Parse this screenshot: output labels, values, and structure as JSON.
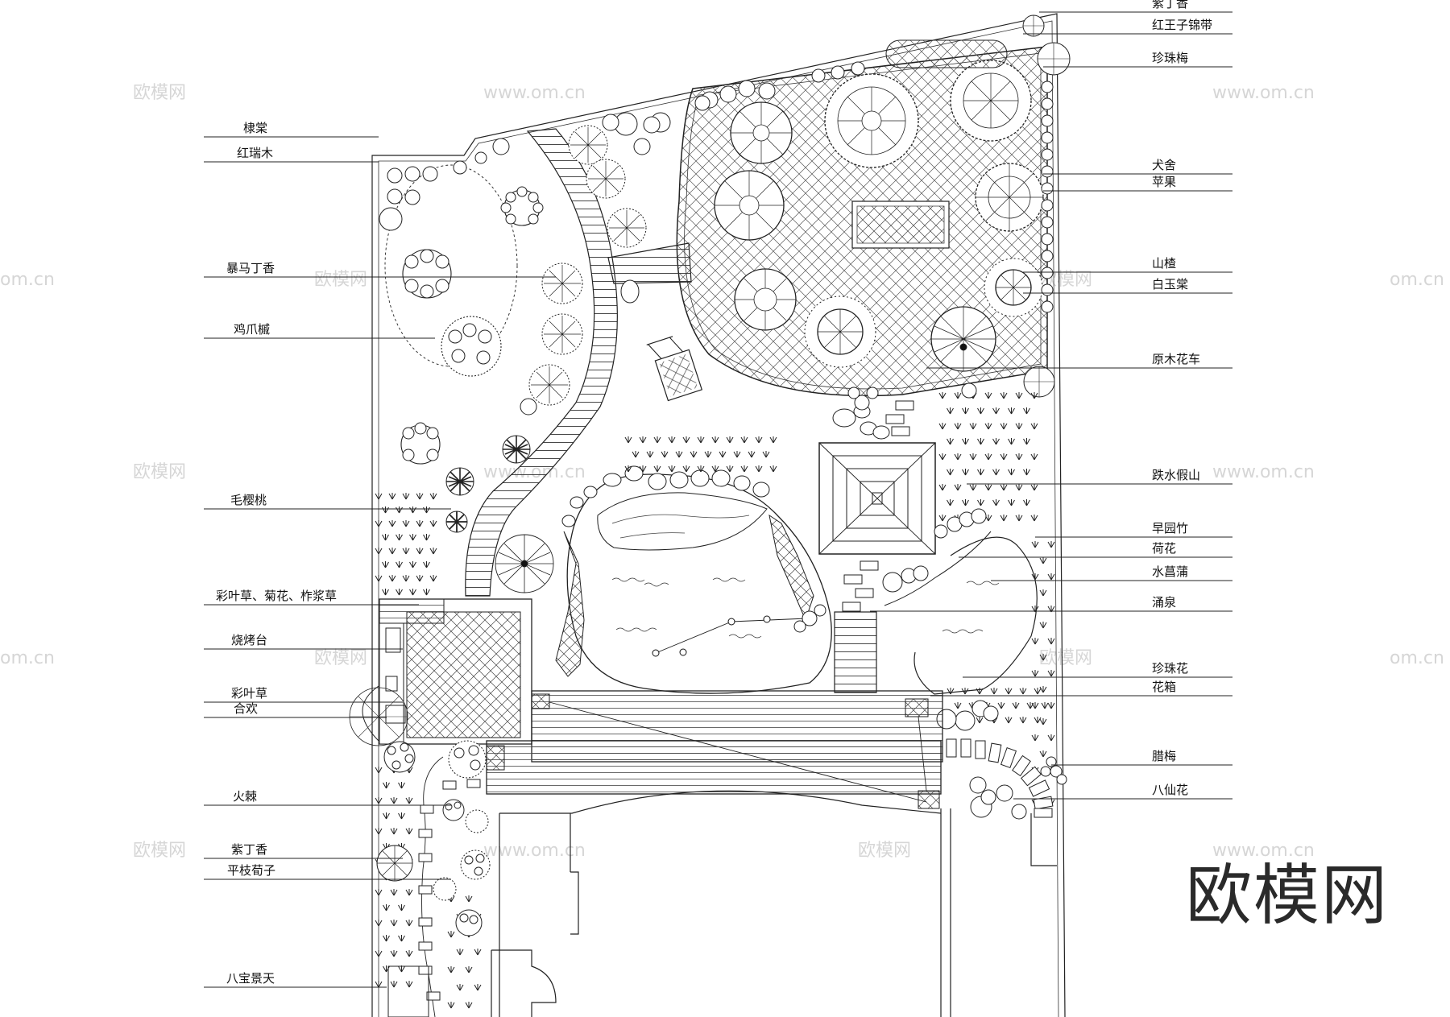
{
  "labels_left": [
    "棣棠",
    "红瑞木",
    "暴马丁香",
    "鸡爪槭",
    "毛樱桃",
    "彩叶草、菊花、柞浆草",
    "烧烤台",
    "彩叶草",
    "合欢",
    "火棘",
    "紫丁香",
    "平枝荀子",
    "八宝景天"
  ],
  "labels_right": [
    "紫丁香",
    "红王子锦带",
    "珍珠梅",
    "犬舍",
    "苹果",
    "山楂",
    "白玉棠",
    "原木花车",
    "跌水假山",
    "早园竹",
    "荷花",
    "水菖蒲",
    "涌泉",
    "珍珠花",
    "花箱",
    "腊梅",
    "八仙花"
  ],
  "watermark_small": "www.om.cn",
  "watermark_logo": "欧模网",
  "watermark_domain": "om.cn",
  "watermark_big": "欧模网",
  "colors": {
    "line": "#222222",
    "watermark": "#d6d6d6",
    "background": "#ffffff"
  }
}
